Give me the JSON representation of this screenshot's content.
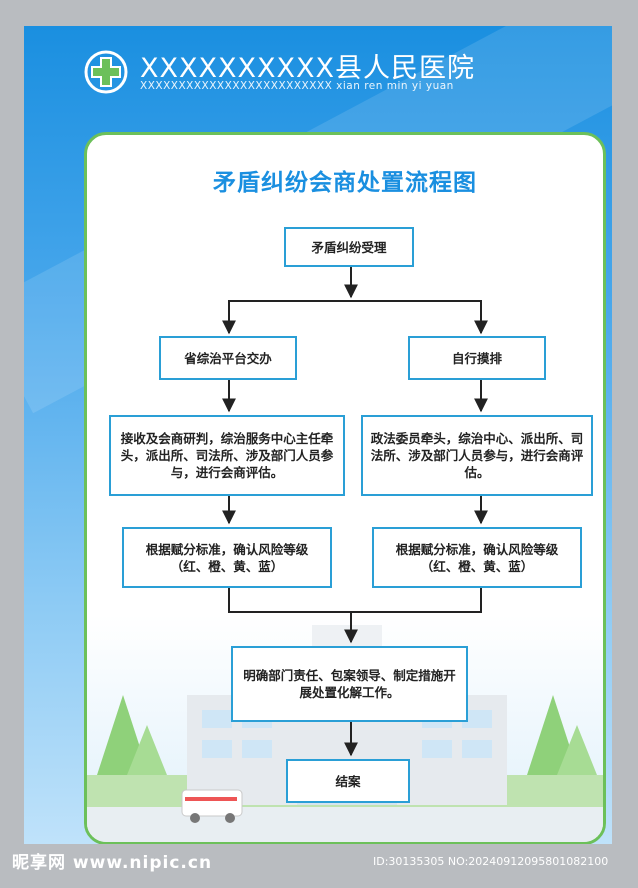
{
  "header": {
    "hospital_name": "XXXXXXXXXX县人民医院",
    "hospital_subtitle": "XXXXXXXXXXXXXXXXXXXXXXXXX xian ren min yi yuan"
  },
  "diagram": {
    "title": "矛盾纠纷会商处置流程图",
    "nodes": {
      "accept": "矛盾纠纷受理",
      "left_assign": "省综治平台交办",
      "right_self": "自行摸排",
      "left_consult": "接收及会商研判，综治服务中心主任牵头，派出所、司法所、涉及部门人员参与，进行会商评估。",
      "right_consult": "政法委员牵头，综治中心、派出所、司法所、涉及部门人员参与，进行会商评估。",
      "left_risk": "根据赋分标准，确认风险等级（红、橙、黄、蓝）",
      "right_risk": "根据赋分标准，确认风险等级（红、橙、黄、蓝）",
      "responsibility": "明确部门责任、包案领导、制定措施开展处置化解工作。",
      "close": "结案"
    }
  },
  "watermark": {
    "site": "昵享网 www.nipic.cn",
    "id_text": "ID:30135305 NO:20240912095801082100"
  },
  "colors": {
    "poster_blue": "#1a8fe0",
    "card_border": "#6cc05a",
    "box_border": "#2a9fd6"
  }
}
